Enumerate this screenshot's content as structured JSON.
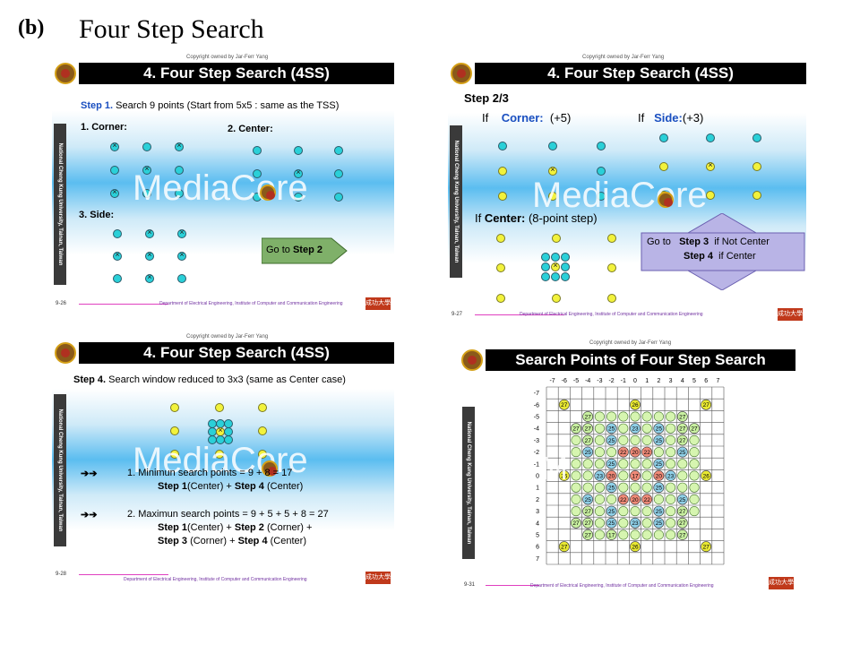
{
  "page": {
    "label": "(b)",
    "title": "Four Step Search"
  },
  "slides": {
    "s1": {
      "copyright": "Copyright owned by Jar-Ferr Yang",
      "title": "4. Four Step Search (4SS)",
      "step_label": "Step 1.",
      "step_text": " Search 9 points (Start from 5x5 : same as the TSS)",
      "corner": "1. Corner:",
      "center": "2. Center:",
      "side": "3. Side:",
      "button_pre": "Go to ",
      "button_bold": "Step 2",
      "watermark": "MediaCore",
      "page_num": "9-26",
      "dept": "Department of Electrical Engineering, Institute of Computer and Communication Engineering",
      "sidebar": "National Cheng Kung University, Tainan, Taiwan",
      "stamp": "成功大學"
    },
    "s2": {
      "copyright": "Copyright owned by Jar-Ferr Yang",
      "title": "4. Four Step Search (4SS)",
      "step": "Step 2/3",
      "if1": "If",
      "corner_word": "Corner:",
      "corner_val": "(+5)",
      "if2": "If",
      "side_word": "Side:",
      "side_val": "(+3)",
      "center_pre": "If ",
      "center_word": "Center:",
      "center_post": " (8-point step)",
      "goto_pre": "Go to",
      "goto_s3": "Step 3",
      "goto_s3_post": "if Not Center",
      "goto_s4": "Step 4",
      "goto_s4_post": "if Center",
      "watermark": "MediaCore",
      "page_num": "9-27",
      "dept": "Department of Electrical Engineering, Institute of Computer and Communication Engineering",
      "sidebar": "National Cheng Kung University, Tainan, Taiwan",
      "stamp": "成功大學"
    },
    "s3": {
      "copyright": "Copyright owned by Jar-Ferr Yang",
      "title": "4. Four Step Search (4SS)",
      "step_label": "Step 4.",
      "step_text": " Search window reduced to 3x3 (same as Center case)",
      "arrow": "➔➔",
      "min_line": "1. Minimun search points = 9 + 8 = 17",
      "min_sub_a": "Step 1",
      "min_sub_b": "(Center) + ",
      "min_sub_c": "Step 4",
      "min_sub_d": " (Center)",
      "max_line": "2. Maximun search points = 9 + 5 + 5 + 8 = 27",
      "max_sub1_a": "Step 1",
      "max_sub1_b": "(Center) + ",
      "max_sub1_c": "Step 2",
      "max_sub1_d": " (Corner) +",
      "max_sub2_a": "Step 3",
      "max_sub2_b": " (Corner) + ",
      "max_sub2_c": "Step 4",
      "max_sub2_d": " (Center)",
      "watermark": "MediaCore",
      "page_num": "9-28",
      "dept": "Department of Electrical Engineering, Institute of Computer and Communication Engineering",
      "sidebar": "National Cheng Kung University, Tainan, Taiwan",
      "stamp": "成功大學"
    },
    "s4": {
      "copyright": "Copyright owned by Jar-Ferr Yang",
      "title": "Search Points of Four Step Search",
      "axis": [
        "-7",
        "-6",
        "-5",
        "-4",
        "-3",
        "-2",
        "-1",
        "0",
        "1",
        "2",
        "3",
        "4",
        "5",
        "6",
        "7"
      ],
      "watermark": "M",
      "page_num": "9-31",
      "dept": "Department of Electrical Engineering, Institute of Computer and Communication Engineering",
      "sidebar": "National Cheng Kung University, Tainan, Taiwan",
      "stamp": "成功大學",
      "labeled_points": [
        {
          "x": -6,
          "y": -6,
          "v": "27",
          "c": "y"
        },
        {
          "x": 0,
          "y": -6,
          "v": "26",
          "c": "y"
        },
        {
          "x": 6,
          "y": -6,
          "v": "27",
          "c": "y"
        },
        {
          "x": -4,
          "y": -5,
          "v": "27",
          "c": "g"
        },
        {
          "x": 4,
          "y": -5,
          "v": "27",
          "c": "g"
        },
        {
          "x": -5,
          "y": -4,
          "v": "27",
          "c": "g"
        },
        {
          "x": -4,
          "y": -4,
          "v": "27",
          "c": "g"
        },
        {
          "x": -2,
          "y": -4,
          "v": "25",
          "c": "b"
        },
        {
          "x": 0,
          "y": -4,
          "v": "23",
          "c": "b"
        },
        {
          "x": 2,
          "y": -4,
          "v": "25",
          "c": "b"
        },
        {
          "x": 4,
          "y": -4,
          "v": "27",
          "c": "g"
        },
        {
          "x": 5,
          "y": -4,
          "v": "27",
          "c": "g"
        },
        {
          "x": -4,
          "y": -3,
          "v": "27",
          "c": "g"
        },
        {
          "x": -2,
          "y": -3,
          "v": "25",
          "c": "b"
        },
        {
          "x": 2,
          "y": -3,
          "v": "25",
          "c": "b"
        },
        {
          "x": 4,
          "y": -3,
          "v": "27",
          "c": "g"
        },
        {
          "x": -4,
          "y": -2,
          "v": "25",
          "c": "b"
        },
        {
          "x": -1,
          "y": -2,
          "v": "22",
          "c": "r"
        },
        {
          "x": 0,
          "y": -2,
          "v": "20",
          "c": "r"
        },
        {
          "x": 1,
          "y": -2,
          "v": "22",
          "c": "r"
        },
        {
          "x": 4,
          "y": -2,
          "v": "25",
          "c": "b"
        },
        {
          "x": -2,
          "y": -1,
          "v": "25",
          "c": "b"
        },
        {
          "x": 2,
          "y": -1,
          "v": "25",
          "c": "b"
        },
        {
          "x": -6,
          "y": 0,
          "v": "26",
          "c": "y"
        },
        {
          "x": -3,
          "y": 0,
          "v": "23",
          "c": "b"
        },
        {
          "x": -2,
          "y": 0,
          "v": "20",
          "c": "r"
        },
        {
          "x": 0,
          "y": 0,
          "v": "17",
          "c": "r"
        },
        {
          "x": 2,
          "y": 0,
          "v": "20",
          "c": "r"
        },
        {
          "x": 3,
          "y": 0,
          "v": "23",
          "c": "b"
        },
        {
          "x": 6,
          "y": 0,
          "v": "26",
          "c": "y"
        },
        {
          "x": -2,
          "y": 1,
          "v": "25",
          "c": "b"
        },
        {
          "x": 2,
          "y": 1,
          "v": "25",
          "c": "b"
        },
        {
          "x": -4,
          "y": 2,
          "v": "25",
          "c": "b"
        },
        {
          "x": -1,
          "y": 2,
          "v": "22",
          "c": "r"
        },
        {
          "x": 0,
          "y": 2,
          "v": "20",
          "c": "r"
        },
        {
          "x": 1,
          "y": 2,
          "v": "22",
          "c": "r"
        },
        {
          "x": 4,
          "y": 2,
          "v": "25",
          "c": "b"
        },
        {
          "x": -4,
          "y": 3,
          "v": "27",
          "c": "g"
        },
        {
          "x": -2,
          "y": 3,
          "v": "25",
          "c": "b"
        },
        {
          "x": 2,
          "y": 3,
          "v": "25",
          "c": "b"
        },
        {
          "x": 4,
          "y": 3,
          "v": "27",
          "c": "g"
        },
        {
          "x": -5,
          "y": 4,
          "v": "27",
          "c": "g"
        },
        {
          "x": -4,
          "y": 4,
          "v": "27",
          "c": "g"
        },
        {
          "x": -2,
          "y": 4,
          "v": "25",
          "c": "b"
        },
        {
          "x": 0,
          "y": 4,
          "v": "23",
          "c": "b"
        },
        {
          "x": 2,
          "y": 4,
          "v": "25",
          "c": "b"
        },
        {
          "x": 4,
          "y": 4,
          "v": "27",
          "c": "g"
        },
        {
          "x": -4,
          "y": 5,
          "v": "27",
          "c": "g"
        },
        {
          "x": -2,
          "y": 5,
          "v": "17",
          "c": "g"
        },
        {
          "x": 4,
          "y": 5,
          "v": "27",
          "c": "g"
        },
        {
          "x": -6,
          "y": 6,
          "v": "27",
          "c": "y"
        },
        {
          "x": 0,
          "y": 6,
          "v": "26",
          "c": "y"
        },
        {
          "x": 6,
          "y": 6,
          "v": "27",
          "c": "y"
        }
      ]
    }
  }
}
